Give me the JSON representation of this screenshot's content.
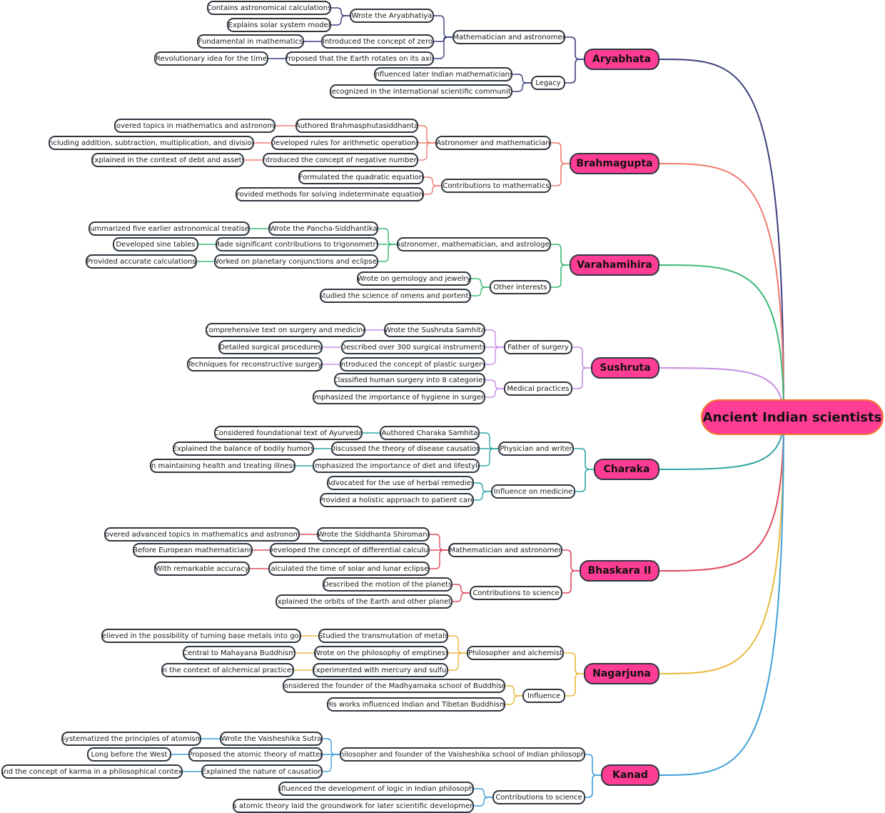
{
  "title": "Ancient Indian scientists",
  "branches": [
    {
      "name": "Aryabhata",
      "color": "#3b3f7e",
      "groups": [
        {
          "label": "Mathematician and astronomer",
          "items": [
            {
              "label": "Wrote the Aryabhatiya",
              "details": [
                "Contains astronomical calculations",
                "Explains solar system model"
              ]
            },
            {
              "label": "Introduced the concept of zero",
              "details": [
                "Fundamental in mathematics"
              ]
            },
            {
              "label": "Proposed that the Earth rotates on its axis",
              "details": [
                "Revolutionary idea for the time"
              ]
            }
          ]
        },
        {
          "label": "Legacy",
          "items": [
            {
              "label": "Influenced later Indian mathematicians",
              "details": []
            },
            {
              "label": "Recognized in the international scientific community",
              "details": []
            }
          ]
        }
      ]
    },
    {
      "name": "Brahmagupta",
      "color": "#f07a70",
      "groups": [
        {
          "label": "Astronomer and mathematician",
          "items": [
            {
              "label": "Authored Brahmasphutasiddhanta",
              "details": [
                "Covered topics in mathematics and astronomy"
              ]
            },
            {
              "label": "Developed rules for arithmetic operations",
              "details": [
                "Including addition, subtraction, multiplication, and division"
              ]
            },
            {
              "label": "Introduced the concept of negative numbers",
              "details": [
                "Explained in the context of debt and assets"
              ]
            }
          ]
        },
        {
          "label": "Contributions to mathematics",
          "items": [
            {
              "label": "Formulated the quadratic equation",
              "details": []
            },
            {
              "label": "Provided methods for solving indeterminate equations",
              "details": []
            }
          ]
        }
      ]
    },
    {
      "name": "Varahamihira",
      "color": "#3cb878",
      "groups": [
        {
          "label": "Astronomer, mathematician, and astrologer",
          "items": [
            {
              "label": "Wrote the Pancha-Siddhantika",
              "details": [
                "Summarized five earlier astronomical treatises"
              ]
            },
            {
              "label": "Made significant contributions to trigonometry",
              "details": [
                "Developed sine tables"
              ]
            },
            {
              "label": "Worked on planetary conjunctions and eclipses",
              "details": [
                "Provided accurate calculations"
              ]
            }
          ]
        },
        {
          "label": "Other interests",
          "items": [
            {
              "label": "Wrote on gemology and jewelry",
              "details": []
            },
            {
              "label": "Studied the science of omens and portents",
              "details": []
            }
          ]
        }
      ]
    },
    {
      "name": "Sushruta",
      "color": "#c58ee3",
      "groups": [
        {
          "label": "Father of surgery",
          "items": [
            {
              "label": "Wrote the Sushruta Samhita",
              "details": [
                "Comprehensive text on surgery and medicine"
              ]
            },
            {
              "label": "Described over 300 surgical instruments",
              "details": [
                "Detailed surgical procedures"
              ]
            },
            {
              "label": "Introduced the concept of plastic surgery",
              "details": [
                "Techniques for reconstructive surgery"
              ]
            }
          ]
        },
        {
          "label": "Medical practices",
          "items": [
            {
              "label": "Classified human surgery into 8 categories",
              "details": []
            },
            {
              "label": "Emphasized the importance of hygiene in surgery",
              "details": []
            }
          ]
        }
      ]
    },
    {
      "name": "Charaka",
      "color": "#2ea5a5",
      "groups": [
        {
          "label": "Physician and writer",
          "items": [
            {
              "label": "Authored Charaka Samhita",
              "details": [
                "Considered foundational text of Ayurveda"
              ]
            },
            {
              "label": "Discussed the theory of disease causation",
              "details": [
                "Explained the balance of bodily humors"
              ]
            },
            {
              "label": "Emphasized the importance of diet and lifestyle",
              "details": [
                "In maintaining health and treating illness"
              ]
            }
          ]
        },
        {
          "label": "Influence on medicine",
          "items": [
            {
              "label": "Advocated for the use of herbal remedies",
              "details": []
            },
            {
              "label": "Provided a holistic approach to patient care",
              "details": []
            }
          ]
        }
      ]
    },
    {
      "name": "Bhaskara II",
      "color": "#de4a5e",
      "groups": [
        {
          "label": "Mathematician and astronomer",
          "items": [
            {
              "label": "Wrote the Siddhanta Shiromani",
              "details": [
                "Covered advanced topics in mathematics and astronomy"
              ]
            },
            {
              "label": "Developed the concept of differential calculus",
              "details": [
                "Before European mathematicians"
              ]
            },
            {
              "label": "Calculated the time of solar and lunar eclipses",
              "details": [
                "With remarkable accuracy"
              ]
            }
          ]
        },
        {
          "label": "Contributions to science",
          "items": [
            {
              "label": "Described the motion of the planets",
              "details": []
            },
            {
              "label": "Explained the orbits of the Earth and other planets",
              "details": []
            }
          ]
        }
      ]
    },
    {
      "name": "Nagarjuna",
      "color": "#e9b93e",
      "groups": [
        {
          "label": "Philosopher and alchemist",
          "items": [
            {
              "label": "Studied the transmutation of metals",
              "details": [
                "Believed in the possibility of turning base metals into gold"
              ]
            },
            {
              "label": "Wrote on the philosophy of emptiness",
              "details": [
                "Central to Mahayana Buddhism"
              ]
            },
            {
              "label": "Experimented with mercury and sulfur",
              "details": [
                "In the context of alchemical practices"
              ]
            }
          ]
        },
        {
          "label": "Influence",
          "items": [
            {
              "label": "Considered the founder of the Madhyamaka school of Buddhism",
              "details": []
            },
            {
              "label": "His works influenced Indian and Tibetan Buddhism",
              "details": []
            }
          ]
        }
      ]
    },
    {
      "name": "Kanad",
      "color": "#3f9fd8",
      "groups": [
        {
          "label": "Philosopher and founder of the Vaisheshika school of Indian philosophy",
          "items": [
            {
              "label": "Wrote the Vaisheshika Sutra",
              "details": [
                "Systematized the principles of atomism"
              ]
            },
            {
              "label": "Proposed the atomic theory of matter",
              "details": [
                "Long before the West"
              ]
            },
            {
              "label": "Explained the nature of causation",
              "details": [
                "And the concept of karma in a philosophical context"
              ]
            }
          ]
        },
        {
          "label": "Contributions to science",
          "items": [
            {
              "label": "Influenced the development of logic in Indian philosophy",
              "details": []
            },
            {
              "label": "His atomic theory laid the groundwork for later scientific developments",
              "details": []
            }
          ]
        }
      ]
    }
  ]
}
